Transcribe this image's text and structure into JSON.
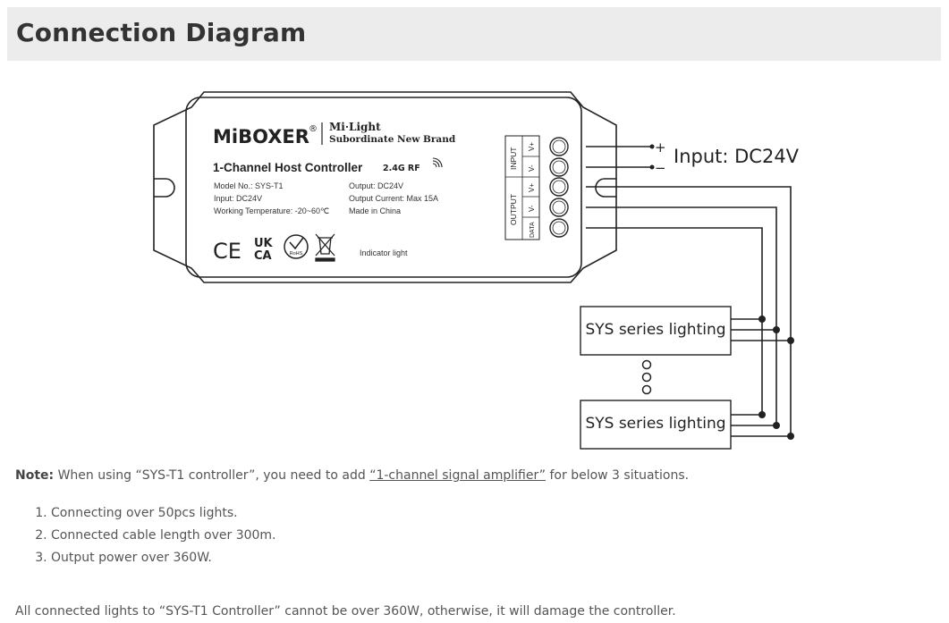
{
  "header": {
    "title": "Connection Diagram"
  },
  "controller": {
    "brand": "MiBOXER",
    "registered": "®",
    "subbrand_name": "Mi·Light",
    "subbrand_tagline": "Subordinate New Brand",
    "product_name": "1-Channel Host Controller",
    "rf_label": "2.4G RF",
    "model": "Model No.: SYS-T1",
    "input": "Input: DC24V",
    "temperature": "Working Temperature: -20~60℃",
    "output": "Output: DC24V",
    "output_current": "Output Current: Max 15A",
    "origin": "Made in China",
    "indicator": "Indicator light",
    "cert_ce": "CE",
    "cert_ukca_top": "UK",
    "cert_ukca_bottom": "CA",
    "cert_rohs": "RoHS"
  },
  "terminals": {
    "input_group": "INPUT",
    "output_group": "OUTPUT",
    "pins": [
      "V+",
      "V-",
      "V+",
      "V-",
      "DATA"
    ]
  },
  "power_input": {
    "plus": "+",
    "minus": "−",
    "label": "Input: DC24V"
  },
  "lights": [
    {
      "label": "SYS series lighting"
    },
    {
      "label": "SYS series lighting"
    }
  ],
  "note": {
    "prefix": "Note:",
    "text_before": " When using “SYS-T1 controller”, you need to add ",
    "link": "“1-channel signal amplifier”",
    "text_after": " for below 3 situations."
  },
  "situations": [
    "Connecting over 50pcs lights.",
    "Connected cable length over 300m.",
    "Output power over 360W."
  ],
  "warning": "All connected lights to “SYS-T1 Controller” cannot be over 360W, otherwise, it will damage the controller."
}
